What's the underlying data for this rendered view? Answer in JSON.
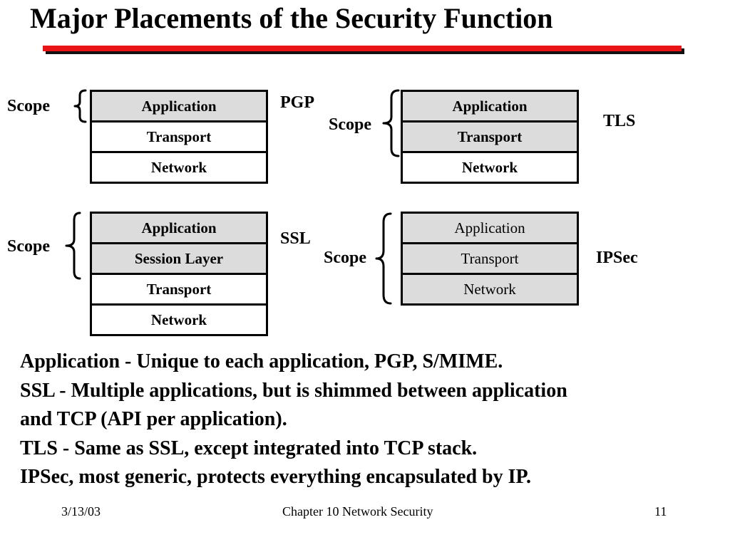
{
  "slide": {
    "title": "Major Placements of the Security Function"
  },
  "diagrams": {
    "pgp": {
      "name": "PGP",
      "scope_label": "Scope",
      "layers": [
        "Application",
        "Transport",
        "Network"
      ]
    },
    "tls": {
      "name": "TLS",
      "scope_label": "Scope",
      "layers": [
        "Application",
        "Transport",
        "Network"
      ]
    },
    "ssl": {
      "name": "SSL",
      "scope_label": "Scope",
      "layers": [
        "Application",
        "Session Layer",
        "Transport",
        "Network"
      ]
    },
    "ipsec": {
      "name": "IPSec",
      "scope_label": "Scope",
      "layers": [
        "Application",
        "Transport",
        "Network"
      ]
    }
  },
  "notes": [
    "Application - Unique to each application, PGP, S/MIME.",
    "SSL - Multiple applications, but is shimmed between application",
    "and TCP (API per application).",
    "TLS - Same as SSL, except integrated into TCP stack.",
    "IPSec, most generic, protects everything encapsulated by IP."
  ],
  "footer": {
    "date": "3/13/03",
    "chapter": "Chapter 10 Network Security",
    "page_number": "11"
  },
  "colors": {
    "title_rule": "#e81416",
    "scope_fill": "#dcdcdc"
  }
}
